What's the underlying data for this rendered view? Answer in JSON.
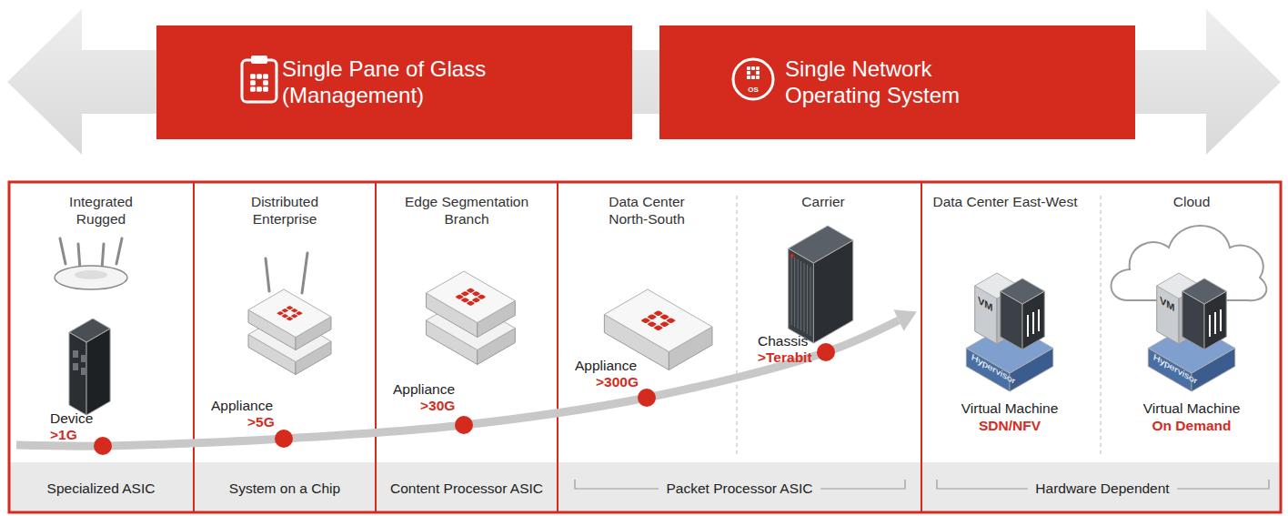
{
  "diagram": {
    "nodes": [
      {
        "text": [
          "Single Pane of Glass (Management)"
        ]
      },
      {
        "text": [
          "Single Network Operating System"
        ]
      },
      {
        "text": [
          "Integrated Rugged",
          "Specialized ASIC"
        ]
      },
      {
        "text": [
          "Distributed Enterprise",
          "System on a Chip"
        ]
      },
      {
        "text": [
          "Edge Segmentation Branch",
          "Content Processor ASIC"
        ]
      },
      {
        "text": [
          "Data Center North-South",
          "Carrier",
          "Packet Processor ASIC"
        ]
      },
      {
        "text": [
          "Data Center East-West",
          "Cloud",
          "Hardware Dependent"
        ]
      }
    ],
    "labels": [
      "Device",
      ">1G",
      "Appliance",
      ">5G",
      "Appliance",
      ">30G",
      "Appliance",
      ">300G",
      "Chassis",
      ">Terabit",
      "Virtual Machine",
      "SDN/NFV",
      "Virtual Machine",
      "On Demand",
      "VM",
      "Hypervisor",
      "VM",
      "Hypervisor",
      "OS"
    ]
  }
}
